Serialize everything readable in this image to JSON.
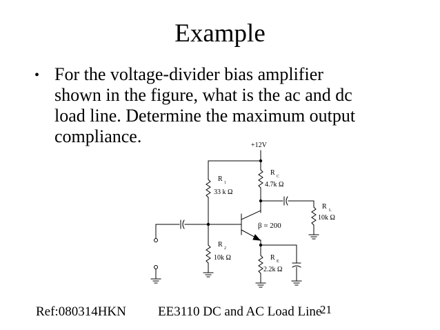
{
  "slide": {
    "title": "Example",
    "bullet_symbol": "•",
    "bullet_lines": [
      "For the voltage-divider bias amplifier",
      "shown in the figure, what is the ac and dc",
      "load line. Determine the maximum output",
      "compliance."
    ]
  },
  "circuit": {
    "supply": "+12V",
    "r1": {
      "sym": "R",
      "sub": "1",
      "value": "33  k Ω"
    },
    "rc": {
      "sym": "R",
      "sub": "C",
      "value": "4.7k     Ω"
    },
    "rl": {
      "sym": "R",
      "sub": "L",
      "value": "10k     Ω"
    },
    "beta": "β  = 200",
    "r2": {
      "sym": "R",
      "sub": "2",
      "value": "10k     Ω"
    },
    "re": {
      "sym": "R",
      "sub": "E",
      "value": "2.2k     Ω"
    }
  },
  "footer": {
    "ref": "Ref:080314HKN",
    "course": "EE3110 DC and AC Load Line",
    "page": "21"
  }
}
